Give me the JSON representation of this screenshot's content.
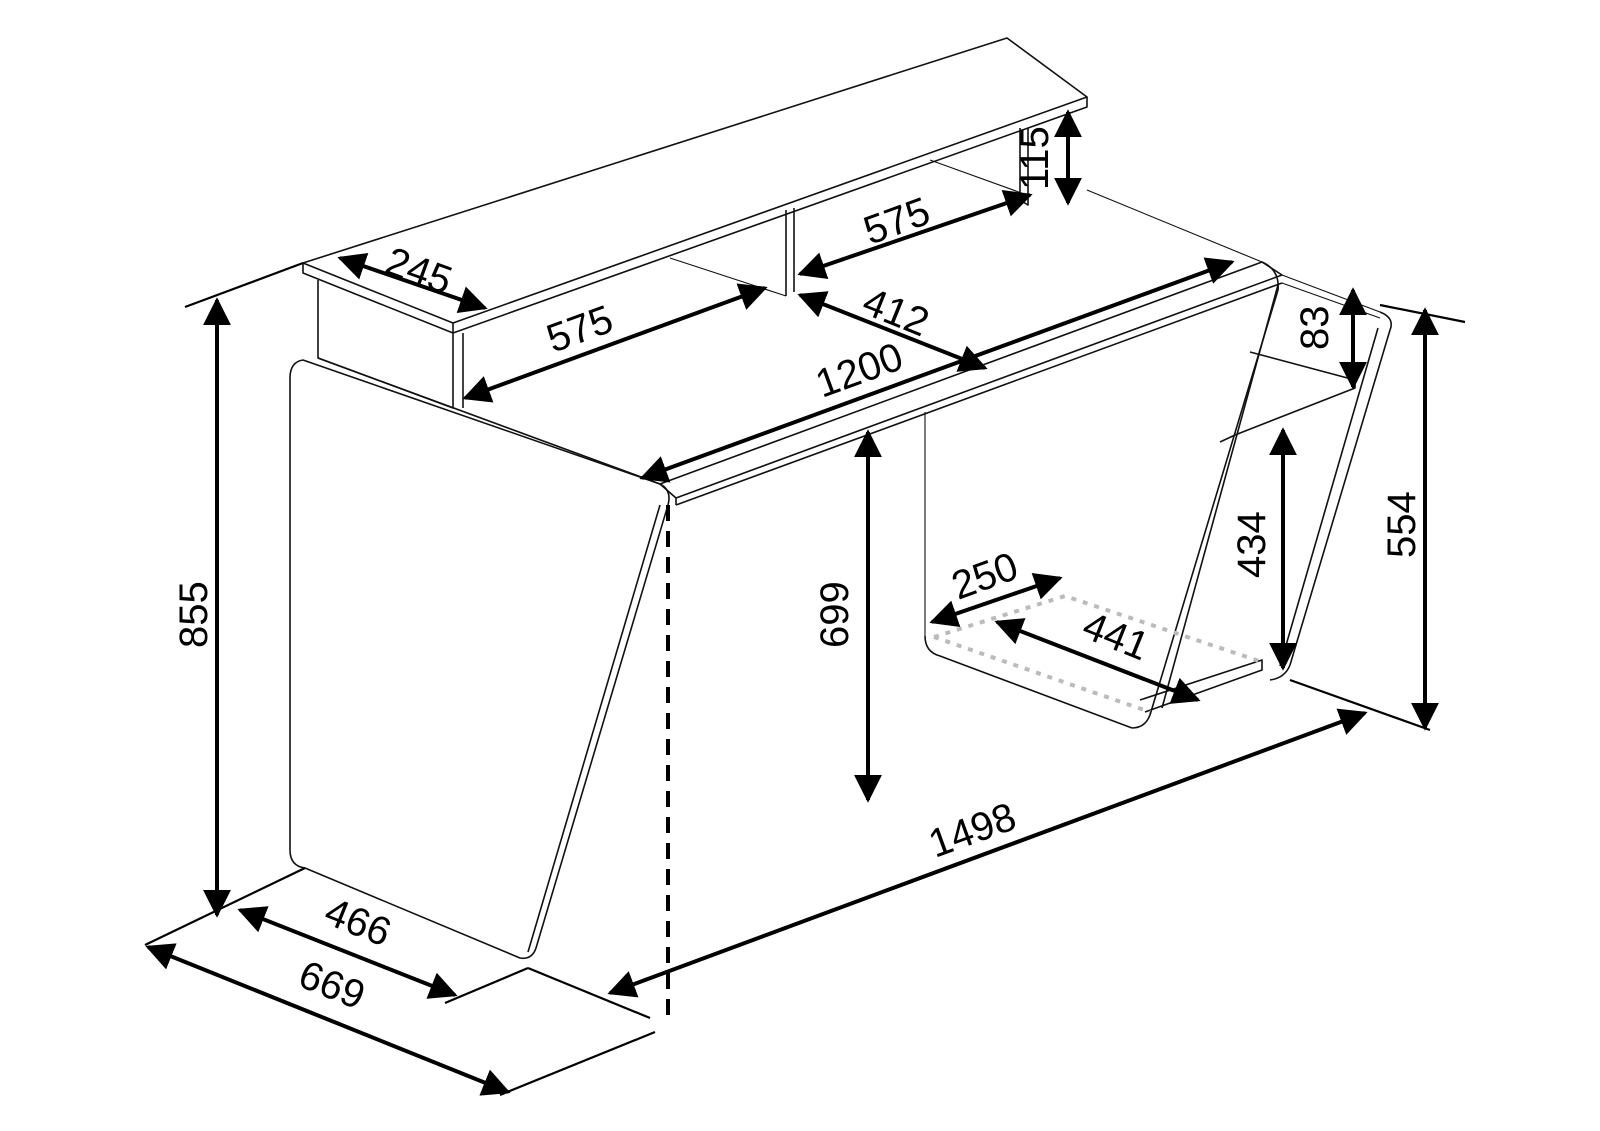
{
  "diagram": {
    "type": "isometric dimension drawing",
    "subject": "computer desk with hutch shelf",
    "units_shown": "none",
    "dimensions": {
      "hutch_depth": "245",
      "hutch_left_compartment_width": "575",
      "hutch_right_compartment_width": "575",
      "hutch_height": "115",
      "hutch_to_desk_edge": "412",
      "desktop_inner_width": "1200",
      "side_shelf_gap": "83",
      "side_shelf_clearance": "434",
      "side_panel_height": "554",
      "knee_clearance_height": "699",
      "cpu_area_depth": "250",
      "cpu_area_width": "441",
      "total_height": "855",
      "total_width": "1498",
      "base_inner_depth": "466",
      "total_depth": "669"
    }
  }
}
